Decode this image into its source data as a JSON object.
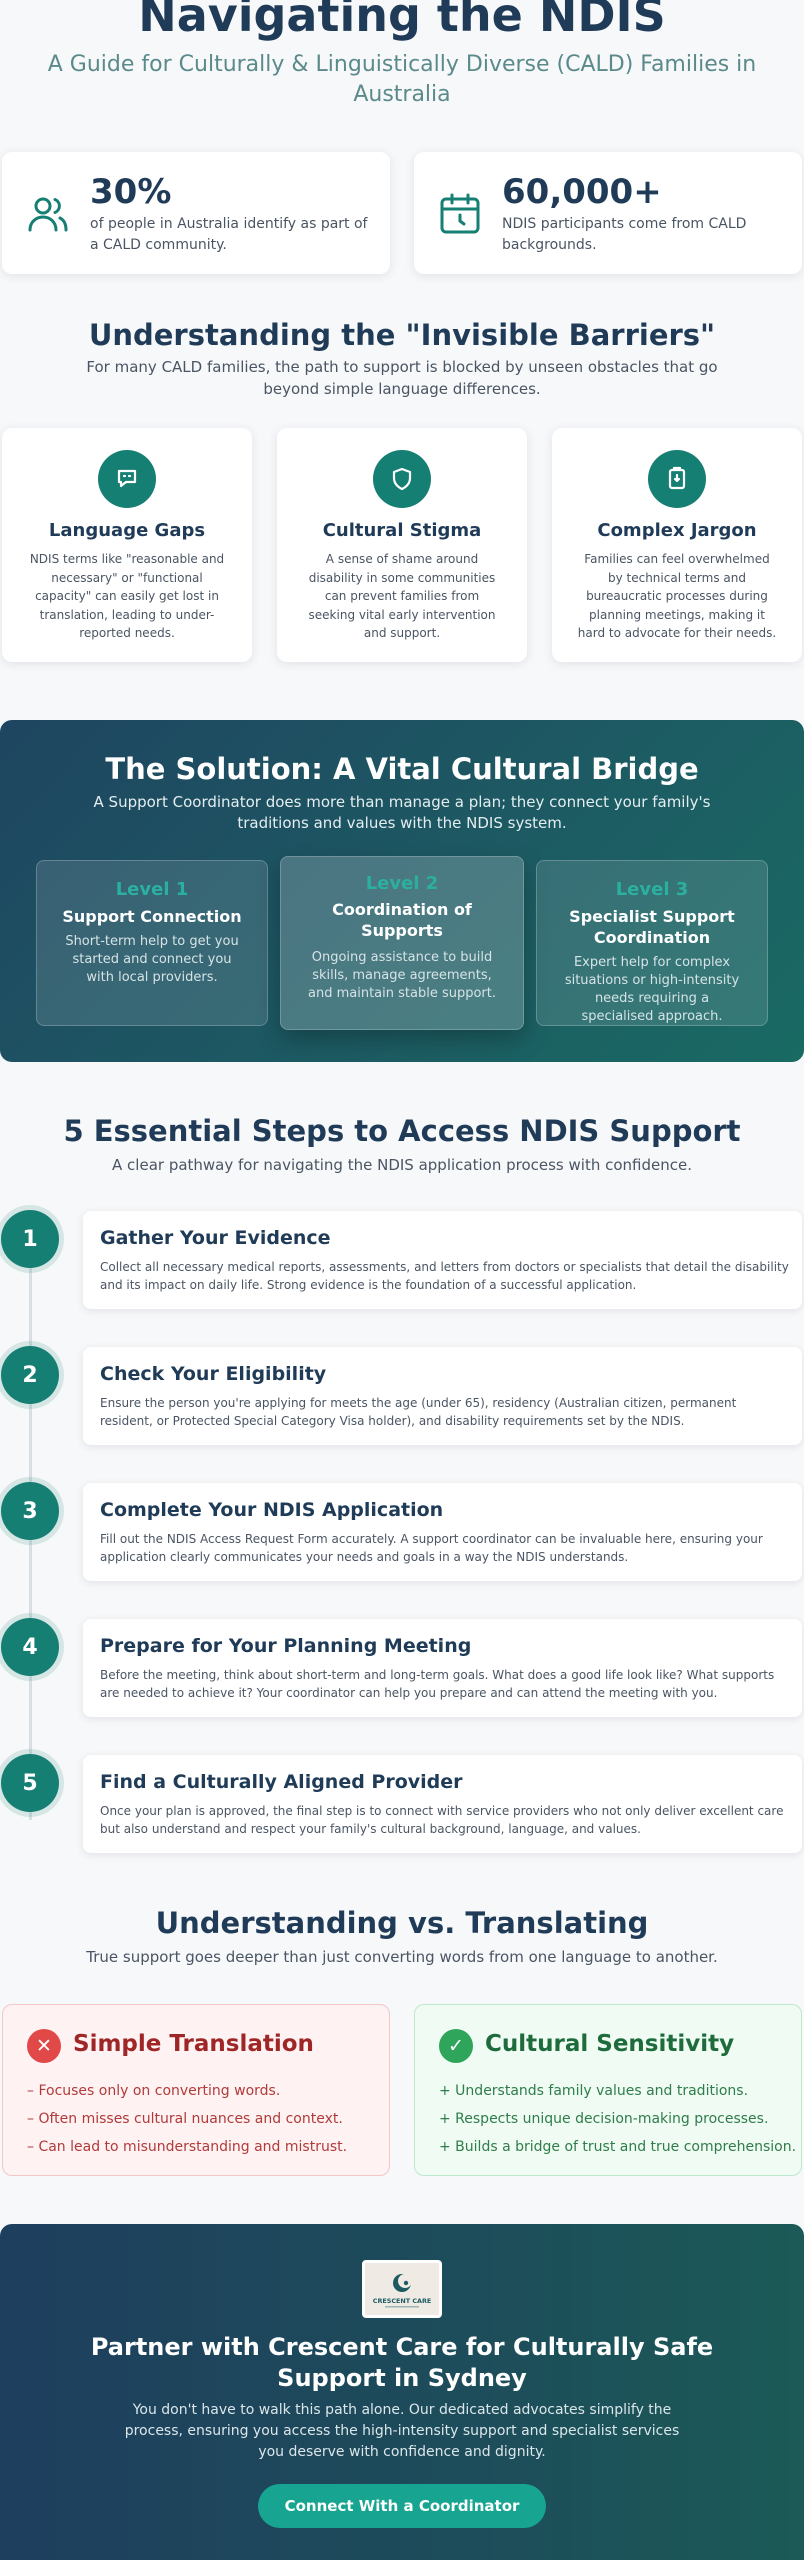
{
  "hero": {
    "title": "Navigating the NDIS",
    "subtitle": "A Guide for Culturally & Linguistically Diverse (CALD) Families in Australia"
  },
  "stats": [
    {
      "value": "30%",
      "text": "of people in Australia identify as part of a CALD community.",
      "icon": "users-icon"
    },
    {
      "value": "60,000+",
      "text": "NDIS participants come from CALD backgrounds.",
      "icon": "calendar-icon"
    }
  ],
  "barriers": {
    "title": "Understanding the \"Invisible Barriers\"",
    "subtitle": "For many CALD families, the path to support is blocked by unseen obstacles that go beyond simple language differences.",
    "cards": [
      {
        "title": "Language Gaps",
        "text": "NDIS terms like \"reasonable and necessary\" or \"functional capacity\" can easily get lost in translation, leading to under-reported needs.",
        "icon": "speech-bubble-icon"
      },
      {
        "title": "Cultural Stigma",
        "text": "A sense of shame around disability in some communities can prevent families from seeking vital early intervention and support.",
        "icon": "shield-icon"
      },
      {
        "title": "Complex Jargon",
        "text": "Families can feel overwhelmed by technical terms and bureaucratic processes during planning meetings, making it hard to advocate for their needs.",
        "icon": "document-icon"
      }
    ]
  },
  "solution": {
    "title": "The Solution: A Vital Cultural Bridge",
    "subtitle": "A Support Coordinator does more than manage a plan; they connect your family's traditions and values with the NDIS system.",
    "levels": [
      {
        "level": "Level 1",
        "title": "Support Connection",
        "text": "Short-term help to get you started and connect you with local providers."
      },
      {
        "level": "Level 2",
        "title": "Coordination of Supports",
        "text": "Ongoing assistance to build skills, manage agreements, and maintain stable support."
      },
      {
        "level": "Level 3",
        "title": "Specialist Support Coordination",
        "text": "Expert help for complex situations or high-intensity needs requiring a specialised approach."
      }
    ]
  },
  "steps": {
    "title": "5 Essential Steps to Access NDIS Support",
    "subtitle": "A clear pathway for navigating the NDIS application process with confidence.",
    "items": [
      {
        "num": "1",
        "title": "Gather Your Evidence",
        "text": "Collect all necessary medical reports, assessments, and letters from doctors or specialists that detail the disability and its impact on daily life. Strong evidence is the foundation of a successful application."
      },
      {
        "num": "2",
        "title": "Check Your Eligibility",
        "text": "Ensure the person you're applying for meets the age (under 65), residency (Australian citizen, permanent resident, or Protected Special Category Visa holder), and disability requirements set by the NDIS."
      },
      {
        "num": "3",
        "title": "Complete Your NDIS Application",
        "text": "Fill out the NDIS Access Request Form accurately. A support coordinator can be invaluable here, ensuring your application clearly communicates your needs and goals in a way the NDIS understands."
      },
      {
        "num": "4",
        "title": "Prepare for Your Planning Meeting",
        "text": "Before the meeting, think about short-term and long-term goals. What does a good life look like? What supports are needed to achieve it? Your coordinator can help you prepare and can attend the meeting with you."
      },
      {
        "num": "5",
        "title": "Find a Culturally Aligned Provider",
        "text": "Once your plan is approved, the final step is to connect with service providers who not only deliver excellent care but also understand and respect your family's cultural background, language, and values."
      }
    ]
  },
  "compare": {
    "title": "Understanding vs. Translating",
    "subtitle": "True support goes deeper than just converting words from one language to another.",
    "bad": {
      "title": "Simple Translation",
      "icon": "close-icon",
      "items": [
        "– Focuses only on converting words.",
        "– Often misses cultural nuances and context.",
        "– Can lead to misunderstanding and mistrust."
      ]
    },
    "good": {
      "title": "Cultural Sensitivity",
      "icon": "check-icon",
      "items": [
        "+ Understands family values and traditions.",
        "+ Respects unique decision-making processes.",
        "+ Builds a bridge of trust and true comprehension."
      ]
    }
  },
  "partner": {
    "logo_text": "CRESCENT CARE",
    "title": "Partner with Crescent Care for Culturally Safe Support in Sydney",
    "text": "You don't have to walk this path alone. Our dedicated advocates simplify the process, ensuring you access the high-intensity support and specialist services you deserve with confidence and dignity.",
    "cta": "Connect With a Coordinator"
  },
  "colors": {
    "brand_teal": "#157f73",
    "navy": "#1f3b57",
    "danger": "#e14848",
    "success": "#2fa55b"
  }
}
